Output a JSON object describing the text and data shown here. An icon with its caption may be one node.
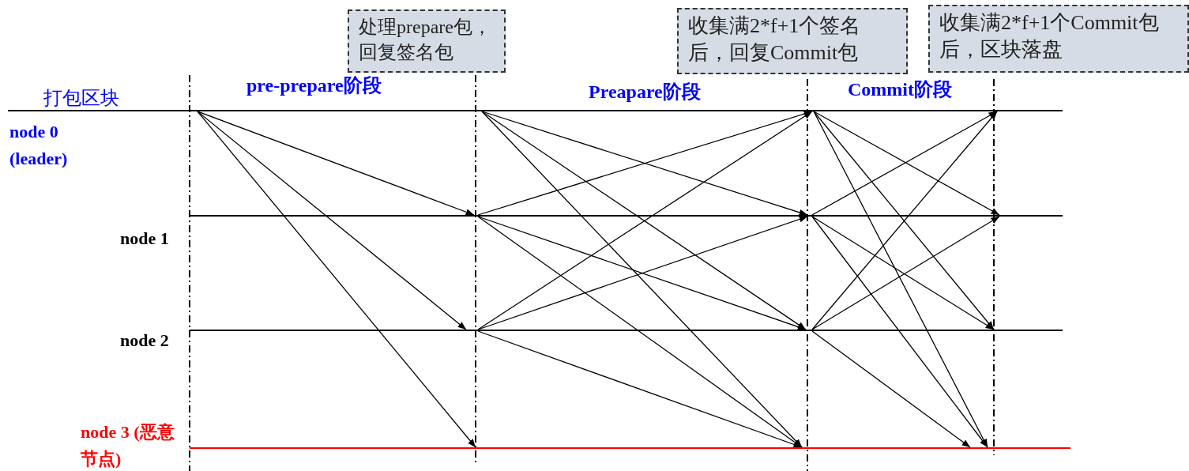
{
  "diagram": {
    "nodes": [
      {
        "text": [],
        "shape": "line",
        "beside": [
          "node 0 (leader)"
        ]
      },
      {
        "text": [],
        "shape": "line",
        "beside": [
          "node 1"
        ]
      },
      {
        "text": [],
        "shape": "line",
        "beside": [
          "node 2"
        ]
      },
      {
        "text": [],
        "shape": "line",
        "beside": [
          "node 3 (恶意节点)"
        ]
      },
      {
        "text": [
          "处理prepare包，回复签名包"
        ]
      },
      {
        "text": [
          "收集满2*f+1个签名后，回复Commit包"
        ]
      },
      {
        "text": [
          "收集满2*f+1个Commit包后，区块落盘"
        ]
      }
    ],
    "edges": [
      {
        "from": 0,
        "to": 1,
        "arrow": "to"
      },
      {
        "from": 0,
        "to": 2,
        "arrow": "to"
      },
      {
        "from": 0,
        "to": 3,
        "arrow": "to"
      },
      {
        "from": 0,
        "to": 1,
        "arrow": "to"
      },
      {
        "from": 0,
        "to": 2,
        "arrow": "to"
      },
      {
        "from": 0,
        "to": 3,
        "arrow": "to"
      },
      {
        "from": 1,
        "to": 0,
        "arrow": "to"
      },
      {
        "from": 1,
        "to": 2,
        "arrow": "to"
      },
      {
        "from": 1,
        "to": 3,
        "arrow": "to"
      },
      {
        "from": 2,
        "to": 0,
        "arrow": "to"
      },
      {
        "from": 2,
        "to": 1,
        "arrow": "to"
      },
      {
        "from": 2,
        "to": 3,
        "arrow": "to"
      },
      {
        "from": 0,
        "to": 1,
        "arrow": "to"
      },
      {
        "from": 0,
        "to": 2,
        "arrow": "to"
      },
      {
        "from": 0,
        "to": 3,
        "arrow": "to"
      },
      {
        "from": 1,
        "to": 0,
        "arrow": "to"
      },
      {
        "from": 1,
        "to": 2,
        "arrow": "to"
      },
      {
        "from": 1,
        "to": 3,
        "arrow": "to"
      },
      {
        "from": 2,
        "to": 0,
        "arrow": "to"
      },
      {
        "from": 2,
        "to": 1,
        "arrow": "to"
      },
      {
        "from": 2,
        "to": 3,
        "arrow": "to"
      }
    ],
    "labels": [
      "打包区块",
      "pre-prepare阶段",
      "Preapare阶段",
      "Commit阶段"
    ]
  }
}
